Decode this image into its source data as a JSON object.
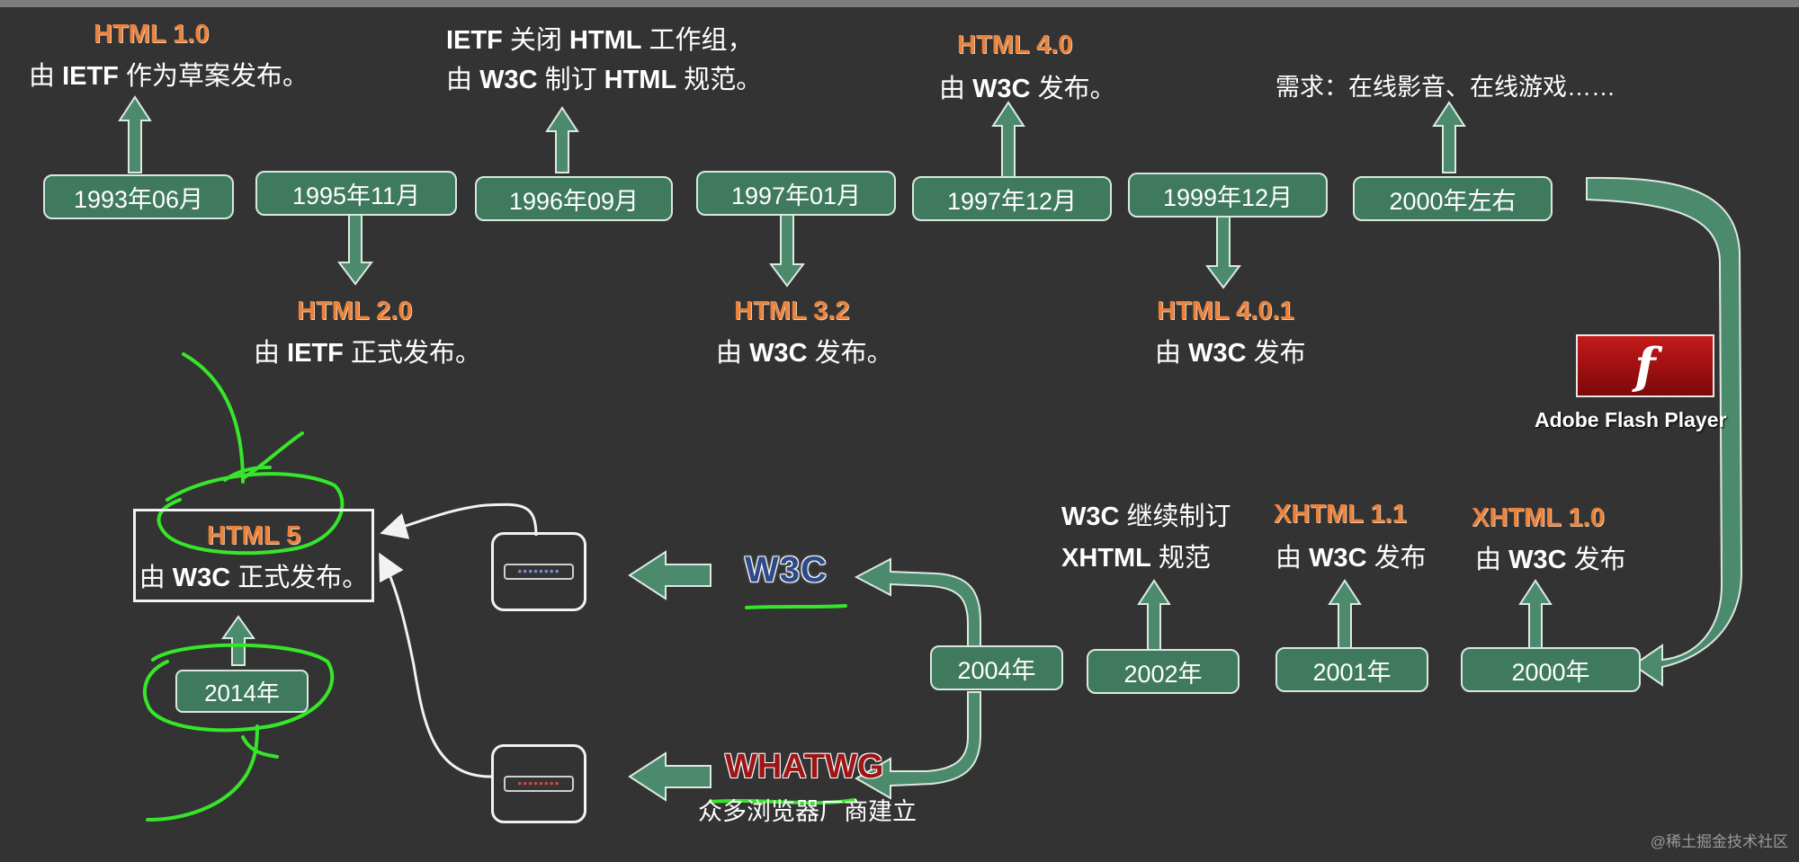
{
  "timeline_top": [
    {
      "date": "1993年06月",
      "version": "HTML 1.0",
      "desc": [
        "由 ",
        "IETF",
        " 作为草案发布。"
      ]
    },
    {
      "date": "1995年11月",
      "version": "HTML 2.0",
      "desc": [
        "由 ",
        "IETF",
        " 正式发布。"
      ]
    },
    {
      "date": "1996年09月",
      "line1": [
        "IETF",
        " 关闭 ",
        "HTML",
        " 工作组，"
      ],
      "line2": [
        "由 ",
        "W3C",
        " 制订 ",
        "HTML",
        " 规范。"
      ]
    },
    {
      "date": "1997年01月",
      "version": "HTML 3.2",
      "desc": [
        "由 ",
        "W3C",
        " 发布。"
      ]
    },
    {
      "date": "1997年12月",
      "version": "HTML 4.0",
      "desc": [
        "由 ",
        "W3C",
        " 发布。"
      ]
    },
    {
      "date": "1999年12月",
      "version": "HTML 4.0.1",
      "desc": [
        "由 ",
        "W3C",
        " 发布"
      ]
    },
    {
      "date": "2000年左右",
      "desc": "需求：在线影音、在线游戏……"
    }
  ],
  "timeline_bottom": [
    {
      "date": "2000年",
      "version": "XHTML 1.0",
      "desc": [
        "由 ",
        "W3C",
        " 发布"
      ]
    },
    {
      "date": "2001年",
      "version": "XHTML 1.1",
      "desc": [
        "由 ",
        "W3C",
        " 发布"
      ]
    },
    {
      "date": "2002年",
      "line1": [
        "W3C",
        " 继续制订"
      ],
      "line2": [
        "XHTML",
        " 规范"
      ]
    },
    {
      "date": "2004年"
    }
  ],
  "flash": {
    "label": "Adobe Flash Player",
    "glyph": "f",
    "icon": "flash-player-icon"
  },
  "w3c": {
    "logo": "W3C"
  },
  "whatwg": {
    "logo": "WHATWG",
    "desc": "众多浏览器厂商建立"
  },
  "html5": {
    "version": "HTML 5",
    "desc": [
      "由 ",
      "W3C",
      " 正式发布。"
    ],
    "date": "2014年"
  },
  "dots": {
    "top": "••••••••",
    "bottom": "••••••••"
  },
  "watermark": "@稀土掘金技术社区",
  "colors": {
    "background": "#333333",
    "pill": "#3f7a5f",
    "arrow": "#4c8a6d",
    "version_orange": "#e9823d",
    "annotation_green": "#37e62a",
    "w3c_blue": "#2f4a8a",
    "whatwg_red": "#9c1616"
  }
}
